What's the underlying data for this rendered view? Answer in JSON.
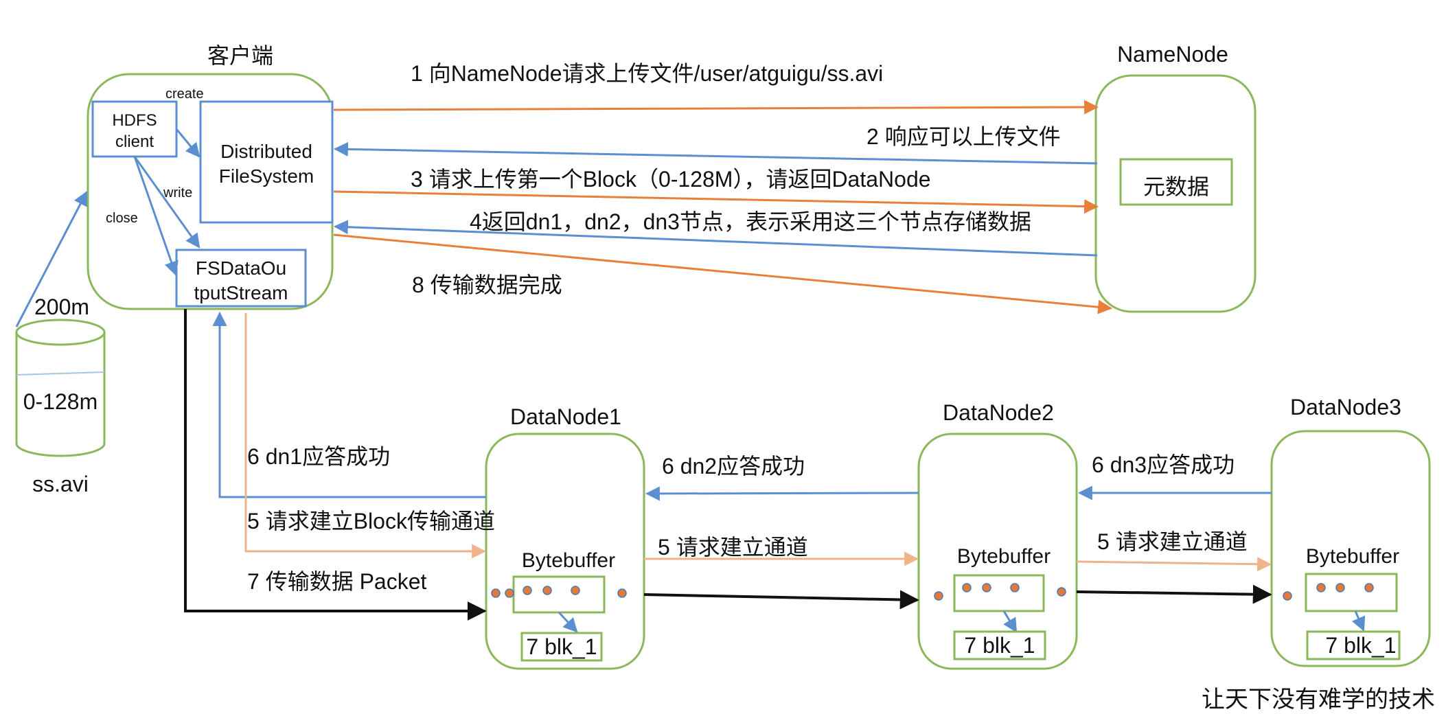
{
  "client": {
    "title": "客户端",
    "hdfs_client": [
      "HDFS",
      "client"
    ],
    "dfs": [
      "Distributed",
      "FileSystem"
    ],
    "fsdos": [
      "FSDataOu",
      "tputStream"
    ],
    "create": "create",
    "write": "write",
    "close": "close"
  },
  "file": {
    "size": "200m",
    "block": "0-128m",
    "name": "ss.avi"
  },
  "namenode": {
    "title": "NameNode",
    "metadata": "元数据"
  },
  "steps": {
    "s1": "1 向NameNode请求上传文件/user/atguigu/ss.avi",
    "s2": "2 响应可以上传文件",
    "s3": "3 请求上传第一个Block（0-128M），请返回DataNode",
    "s4": "4返回dn1，dn2，dn3节点，表示采用这三个节点存储数据",
    "s8": "8 传输数据完成",
    "s6_dn1": "6 dn1应答成功",
    "s5_block": "5 请求建立Block传输通道",
    "s7_packet": "7 传输数据  Packet",
    "s6_dn2": "6 dn2应答成功",
    "s5_ch1": "5 请求建立通道",
    "s6_dn3": "6 dn3应答成功",
    "s5_ch2": "5 请求建立通道"
  },
  "datanodes": [
    {
      "title": "DataNode1",
      "buffer": "Bytebuffer",
      "block": "7 blk_1"
    },
    {
      "title": "DataNode2",
      "buffer": "Bytebuffer",
      "block": "7 blk_1"
    },
    {
      "title": "DataNode3",
      "buffer": "Bytebuffer",
      "block": "7 blk_1"
    }
  ],
  "watermark": "让天下没有难学的技术",
  "colors": {
    "orange": "#e8803a",
    "light_orange": "#f0b48a",
    "blue": "#5b8fd0",
    "green": "#8ab85a",
    "black": "#111111"
  }
}
